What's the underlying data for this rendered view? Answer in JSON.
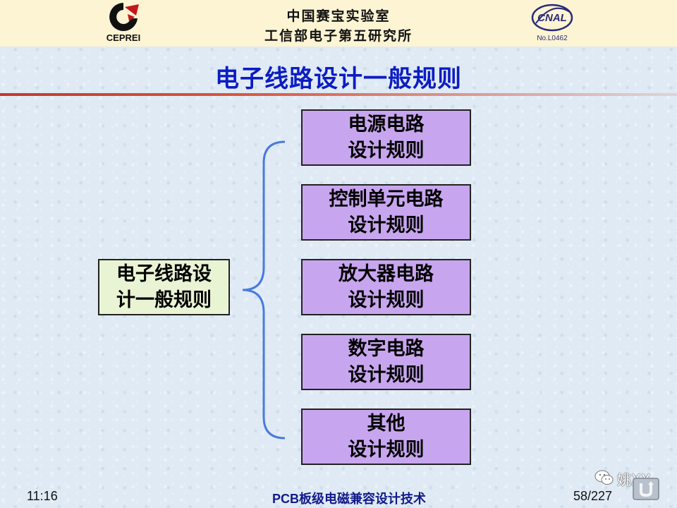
{
  "header": {
    "left_logo": {
      "text": "CEPREI",
      "icon": "cepre-logo"
    },
    "org_line1": "中国赛宝实验室",
    "org_line2": "工信部电子第五研究所",
    "right_logo": {
      "text": "No.L0462",
      "icon": "cnal-logo",
      "mark_text": "CNAL"
    }
  },
  "slide": {
    "title": "电子线路设计一般规则",
    "root": {
      "line1": "电子线路设",
      "line2": "计一般规则"
    },
    "children": [
      {
        "line1": "电源电路",
        "line2": "设计规则"
      },
      {
        "line1": "控制单元电路",
        "line2": "设计规则"
      },
      {
        "line1": "放大器电路",
        "line2": "设计规则"
      },
      {
        "line1": "数字电路",
        "line2": "设计规则"
      },
      {
        "line1": "其他",
        "line2": "设计规则"
      }
    ]
  },
  "footer": {
    "time": "11:16",
    "course": "PCB板级电磁兼容设计技术",
    "page": "58/227"
  },
  "watermark": {
    "text": "姚XX",
    "icon": "wechat-icon"
  },
  "colors": {
    "title": "#0b1cc4",
    "root_fill": "#e9f4d4",
    "child_fill": "#c8a6ef",
    "brace": "#4a7ae0",
    "header_bg": "#fdf4d3",
    "rule": "#c23a2a"
  }
}
